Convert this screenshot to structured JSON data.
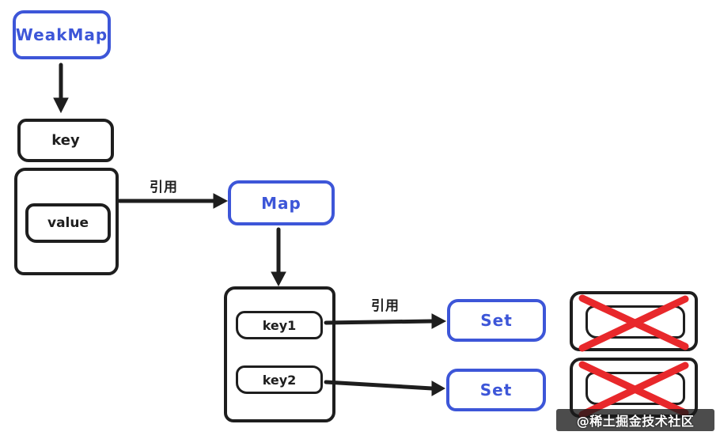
{
  "diagram": {
    "title_node": "WeakMap",
    "weakmap_entry": {
      "key_label": "key",
      "value_label": "value"
    },
    "map_node": "Map",
    "map_entries": {
      "key1_label": "key1",
      "key2_label": "key2"
    },
    "set1_label": "Set",
    "set2_label": "Set",
    "edges": {
      "ref1_label": "引用",
      "ref2_label": "引用"
    },
    "gc_objects": [
      {
        "state": "crossed-out"
      },
      {
        "state": "crossed-out"
      }
    ]
  },
  "colors": {
    "accent_blue": "#3d56d8",
    "ink_black": "#1e1e1e",
    "delete_red": "#e8282b"
  },
  "watermark": {
    "text": "@稀土掘金技术社区"
  }
}
